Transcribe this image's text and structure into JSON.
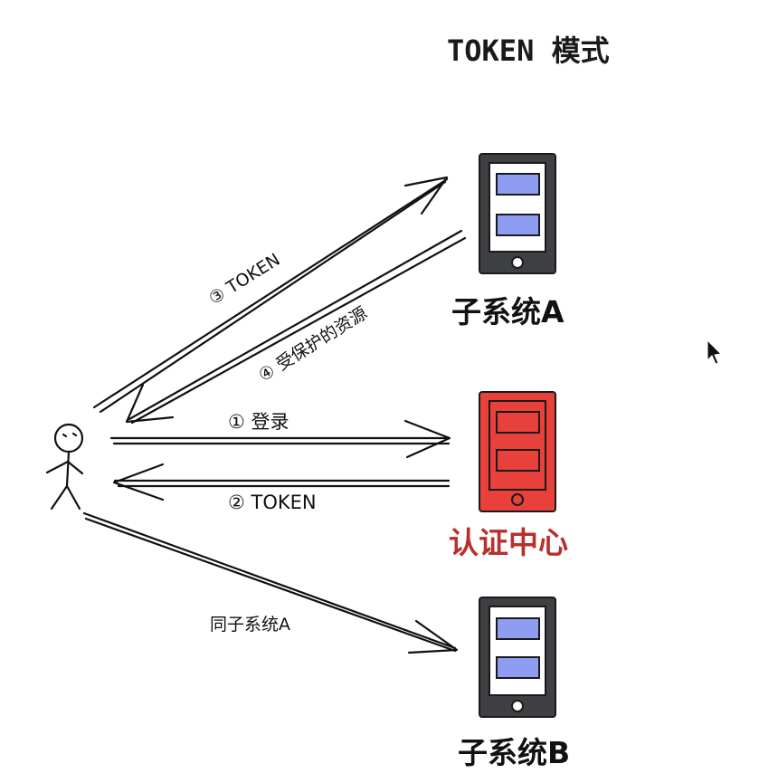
{
  "title": "TOKEN 模式",
  "nodes": {
    "subsystem_a": {
      "label": "子系统A",
      "body_color": "#3f4044",
      "screen_color": "#ffffff",
      "button_color": "#8e9cf2"
    },
    "auth_center": {
      "label": "认证中心",
      "body_color": "#e8403b",
      "screen_color": "#e8403b",
      "label_color": "#b8302d"
    },
    "subsystem_b": {
      "label": "子系统B",
      "body_color": "#3f4044",
      "screen_color": "#ffffff",
      "button_color": "#8e9cf2"
    }
  },
  "edges": {
    "token_to_a": "③ TOKEN",
    "resource_from_a": "④ 受保护的资源",
    "login": "① 登录",
    "token_from_auth": "② TOKEN",
    "same_as_a": "同子系统A"
  },
  "actor": {
    "icon": "stick-figure-user-icon"
  },
  "cursor": {
    "icon": "mouse-pointer-icon"
  }
}
